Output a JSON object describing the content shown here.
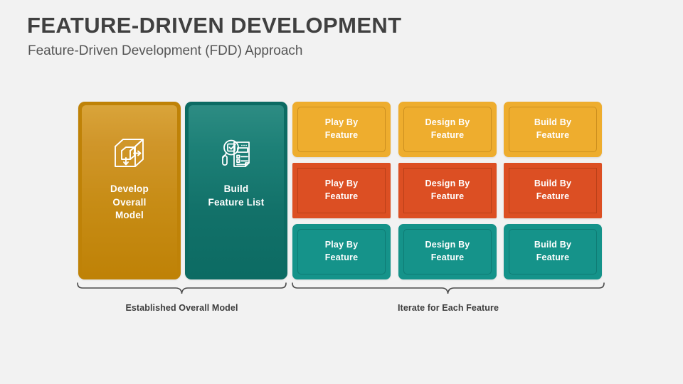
{
  "header": {
    "title": "FEATURE-DRIVEN DEVELOPMENT",
    "subtitle": "Feature-Driven Development (FDD) Approach"
  },
  "colors": {
    "background": "#f2f2f2",
    "amber_card": "#c78c15",
    "teal_card": "#127169",
    "row_amber": "#eead2e",
    "row_red": "#dc4f23",
    "row_teal": "#15938a",
    "title_text": "#404040"
  },
  "stages": [
    {
      "id": "develop-overall-model",
      "label": "Develop\nOverall\nModel",
      "label_lines": [
        "Develop",
        "Overall",
        "Model"
      ],
      "icon": "cube-box-arrows-icon",
      "color": "#c78c15"
    },
    {
      "id": "build-feature-list",
      "label": "Build\nFeature List",
      "label_lines": [
        "Build",
        "Feature List"
      ],
      "icon": "magnifier-checklist-document-icon",
      "color": "#127169"
    }
  ],
  "feature_grid": {
    "columns": [
      "Play By Feature",
      "Design By Feature",
      "Build By Feature"
    ],
    "rows": [
      {
        "color": "#eead2e",
        "shape": "rounded",
        "cells": [
          {
            "line1": "Play By",
            "line2": "Feature"
          },
          {
            "line1": "Design By",
            "line2": "Feature"
          },
          {
            "line1": "Build By",
            "line2": "Feature"
          }
        ]
      },
      {
        "color": "#dc4f23",
        "shape": "square",
        "cells": [
          {
            "line1": "Play By",
            "line2": "Feature"
          },
          {
            "line1": "Design By",
            "line2": "Feature"
          },
          {
            "line1": "Build By",
            "line2": "Feature"
          }
        ]
      },
      {
        "color": "#15938a",
        "shape": "rounded",
        "cells": [
          {
            "line1": "Play By",
            "line2": "Feature"
          },
          {
            "line1": "Design By",
            "line2": "Feature"
          },
          {
            "line1": "Build By",
            "line2": "Feature"
          }
        ]
      }
    ]
  },
  "braces": [
    {
      "id": "established-overall-model",
      "caption": "Established Overall Model"
    },
    {
      "id": "iterate-for-each-feature",
      "caption": "Iterate for Each Feature"
    }
  ]
}
